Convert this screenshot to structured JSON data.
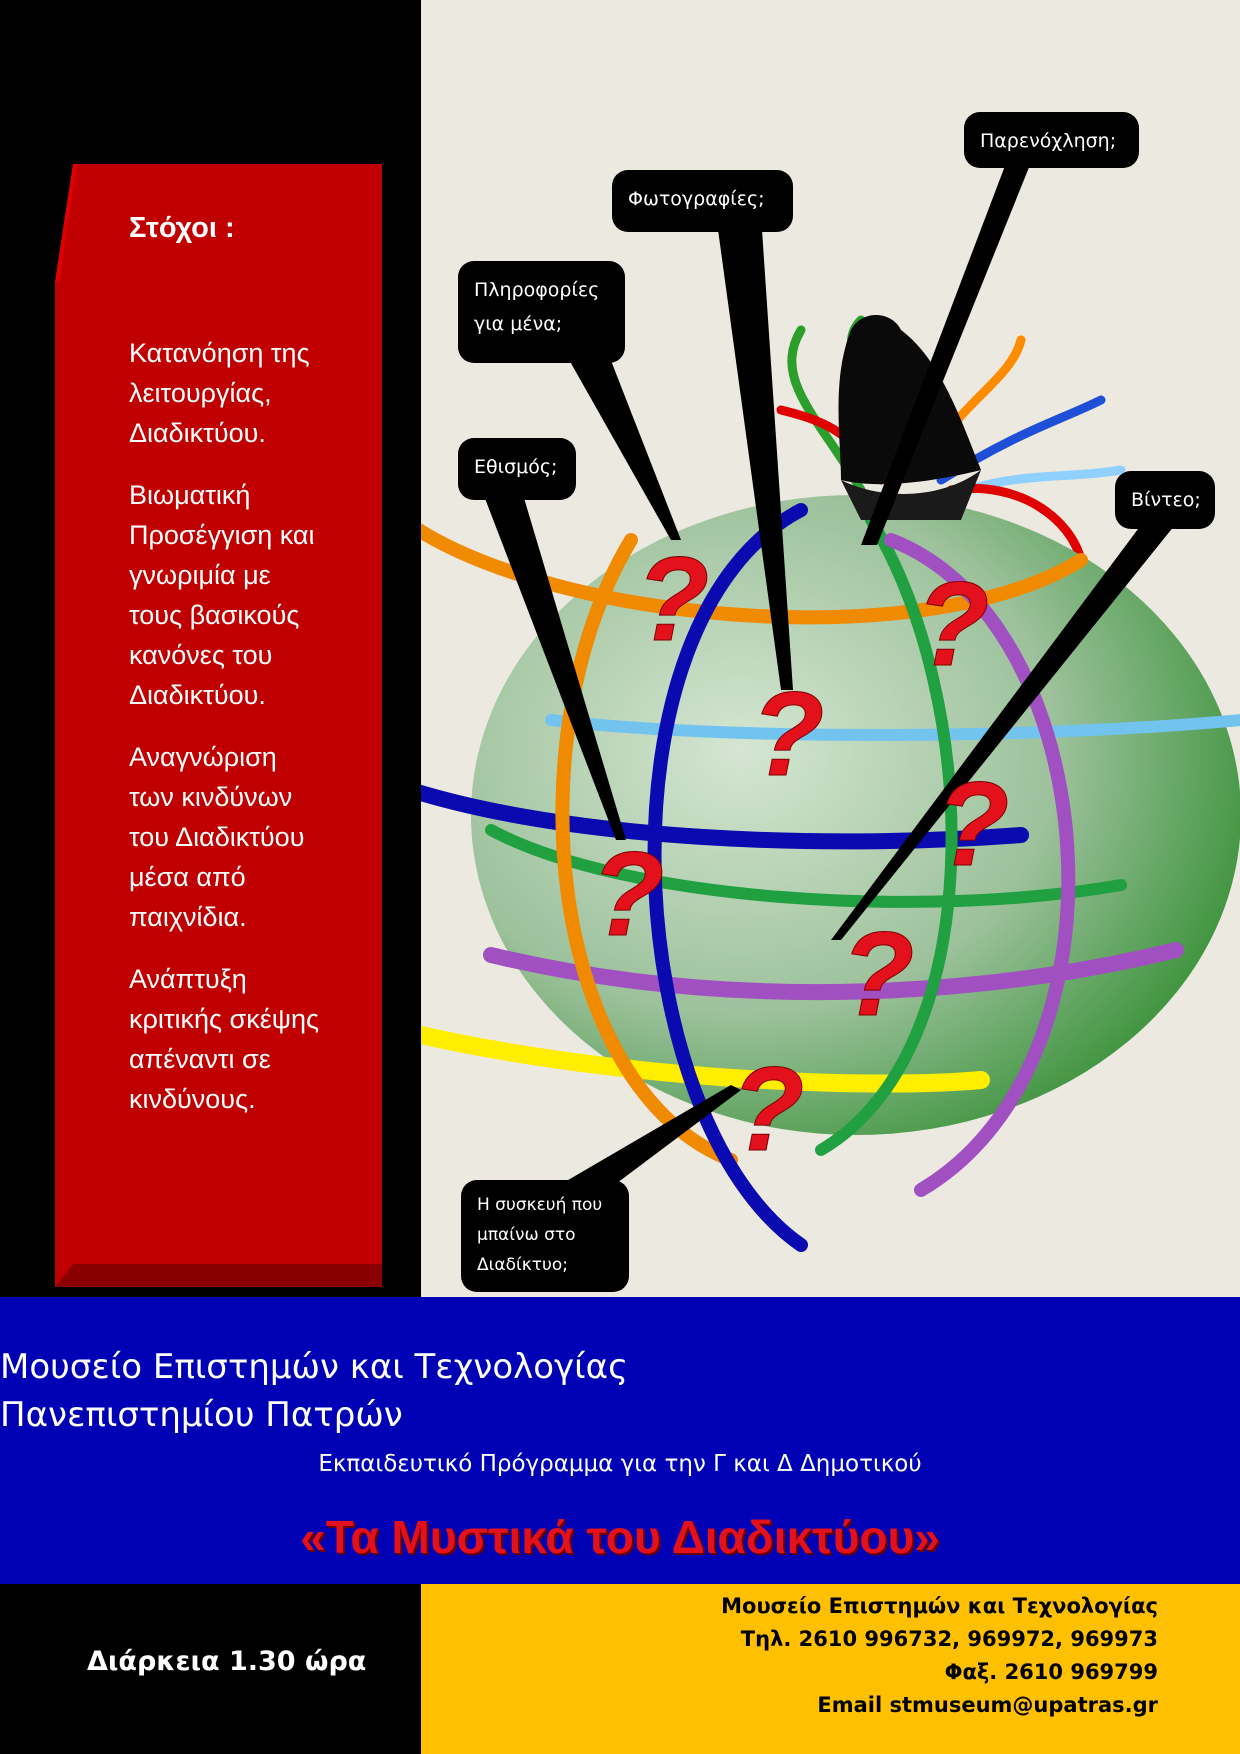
{
  "goals": {
    "title": "Στόχοι :",
    "items": [
      "Κατανόηση της\nλειτουργίας,\nΔιαδικτύου.",
      "Βιωματική\nΠροσέγγιση και\nγνωριμία με\nτους βασικούς\nκανόνες του\nΔιαδικτύου.",
      "Αναγνώριση\nτων  κινδύνων\nτου Διαδικτύου\nμέσα από\nπαιχνίδια.",
      "Ανάπτυξη\nκριτικής σκέψης\nαπέναντι σε\nκινδύνους."
    ]
  },
  "bubbles": {
    "harassment": "Παρενόχληση;",
    "photos": "Φωτογραφίες;",
    "info": "Πληροφορίες\nγια μένα;",
    "addiction": "Εθισμός;",
    "video": "Βίντεο;",
    "device": "Η συσκευή που\nμπαίνω  στο\nΔιαδίκτυο;"
  },
  "question_mark": "?",
  "museum": {
    "line1": "Μουσείο  Επιστημών και Τεχνολογίας",
    "line2": "Πανεπιστημίου Πατρών",
    "program": "Εκπαιδευτικό Πρόγραμμα για την Γ και Δ Δημοτικού",
    "title": "«Τα Μυστικά του Διαδικτύου»"
  },
  "duration": "Διάρκεια  1.30 ώρα",
  "contact": {
    "line1": "Μουσείο Επιστημών και Τεχνολογίας",
    "line2": "Τηλ. 2610 996732, 969972, 969973",
    "line3": "Φαξ. 2610 969799",
    "line4": "Email stmuseum@upatras.gr"
  },
  "colors": {
    "red_banner": "#c00000",
    "blue_band": "#0000b4",
    "contact_bg": "#fec000",
    "title_red": "#e3111b"
  }
}
